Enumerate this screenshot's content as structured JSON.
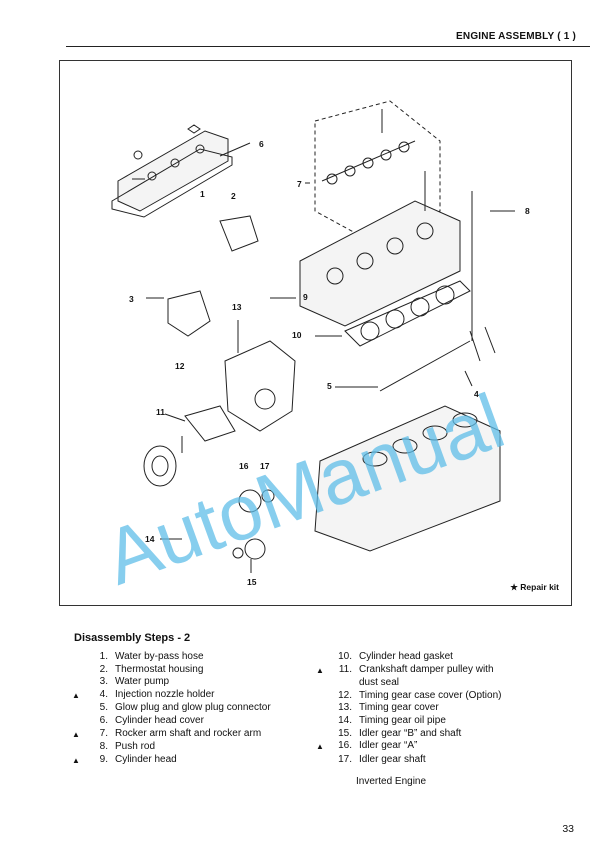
{
  "header": {
    "title": "ENGINE ASSEMBLY ( 1 )"
  },
  "figure": {
    "callouts": [
      "1",
      "2",
      "3",
      "4",
      "5",
      "6",
      "7",
      "8",
      "9",
      "10",
      "11",
      "12",
      "13",
      "14",
      "15",
      "16",
      "17"
    ],
    "repair_note": "★ Repair kit",
    "watermark": "AutoManual",
    "watermark_color": "#5fbde8"
  },
  "section": {
    "title": "Disassembly Steps - 2"
  },
  "steps_left": [
    {
      "mark": "",
      "num": "1.",
      "text": "Water by-pass hose"
    },
    {
      "mark": "",
      "num": "2.",
      "text": "Thermostat housing"
    },
    {
      "mark": "",
      "num": "3.",
      "text": "Water pump"
    },
    {
      "mark": "▲",
      "num": "4.",
      "text": "Injection nozzle holder"
    },
    {
      "mark": "",
      "num": "5.",
      "text": "Glow plug and glow plug connector"
    },
    {
      "mark": "",
      "num": "6.",
      "text": "Cylinder head cover"
    },
    {
      "mark": "▲",
      "num": "7.",
      "text": "Rocker arm shaft and rocker arm"
    },
    {
      "mark": "",
      "num": "8.",
      "text": "Push rod"
    },
    {
      "mark": "▲",
      "num": "9.",
      "text": "Cylinder head"
    }
  ],
  "steps_right": [
    {
      "mark": "",
      "num": "10.",
      "text": "Cylinder head gasket"
    },
    {
      "mark": "▲",
      "num": "11.",
      "text": "Crankshaft damper pulley with"
    },
    {
      "mark": "",
      "num": "",
      "text": "dust seal"
    },
    {
      "mark": "",
      "num": "12.",
      "text": "Timing gear case cover (Option)"
    },
    {
      "mark": "",
      "num": "13.",
      "text": "Timing gear cover"
    },
    {
      "mark": "",
      "num": "14.",
      "text": "Timing gear oil pipe"
    },
    {
      "mark": "",
      "num": "15.",
      "text": "Idler gear “B” and shaft"
    },
    {
      "mark": "▲",
      "num": "16.",
      "text": "Idler gear “A”"
    },
    {
      "mark": "",
      "num": "17.",
      "text": "Idler gear shaft"
    }
  ],
  "footer": {
    "note": "Inverted Engine",
    "page_number": "33"
  }
}
